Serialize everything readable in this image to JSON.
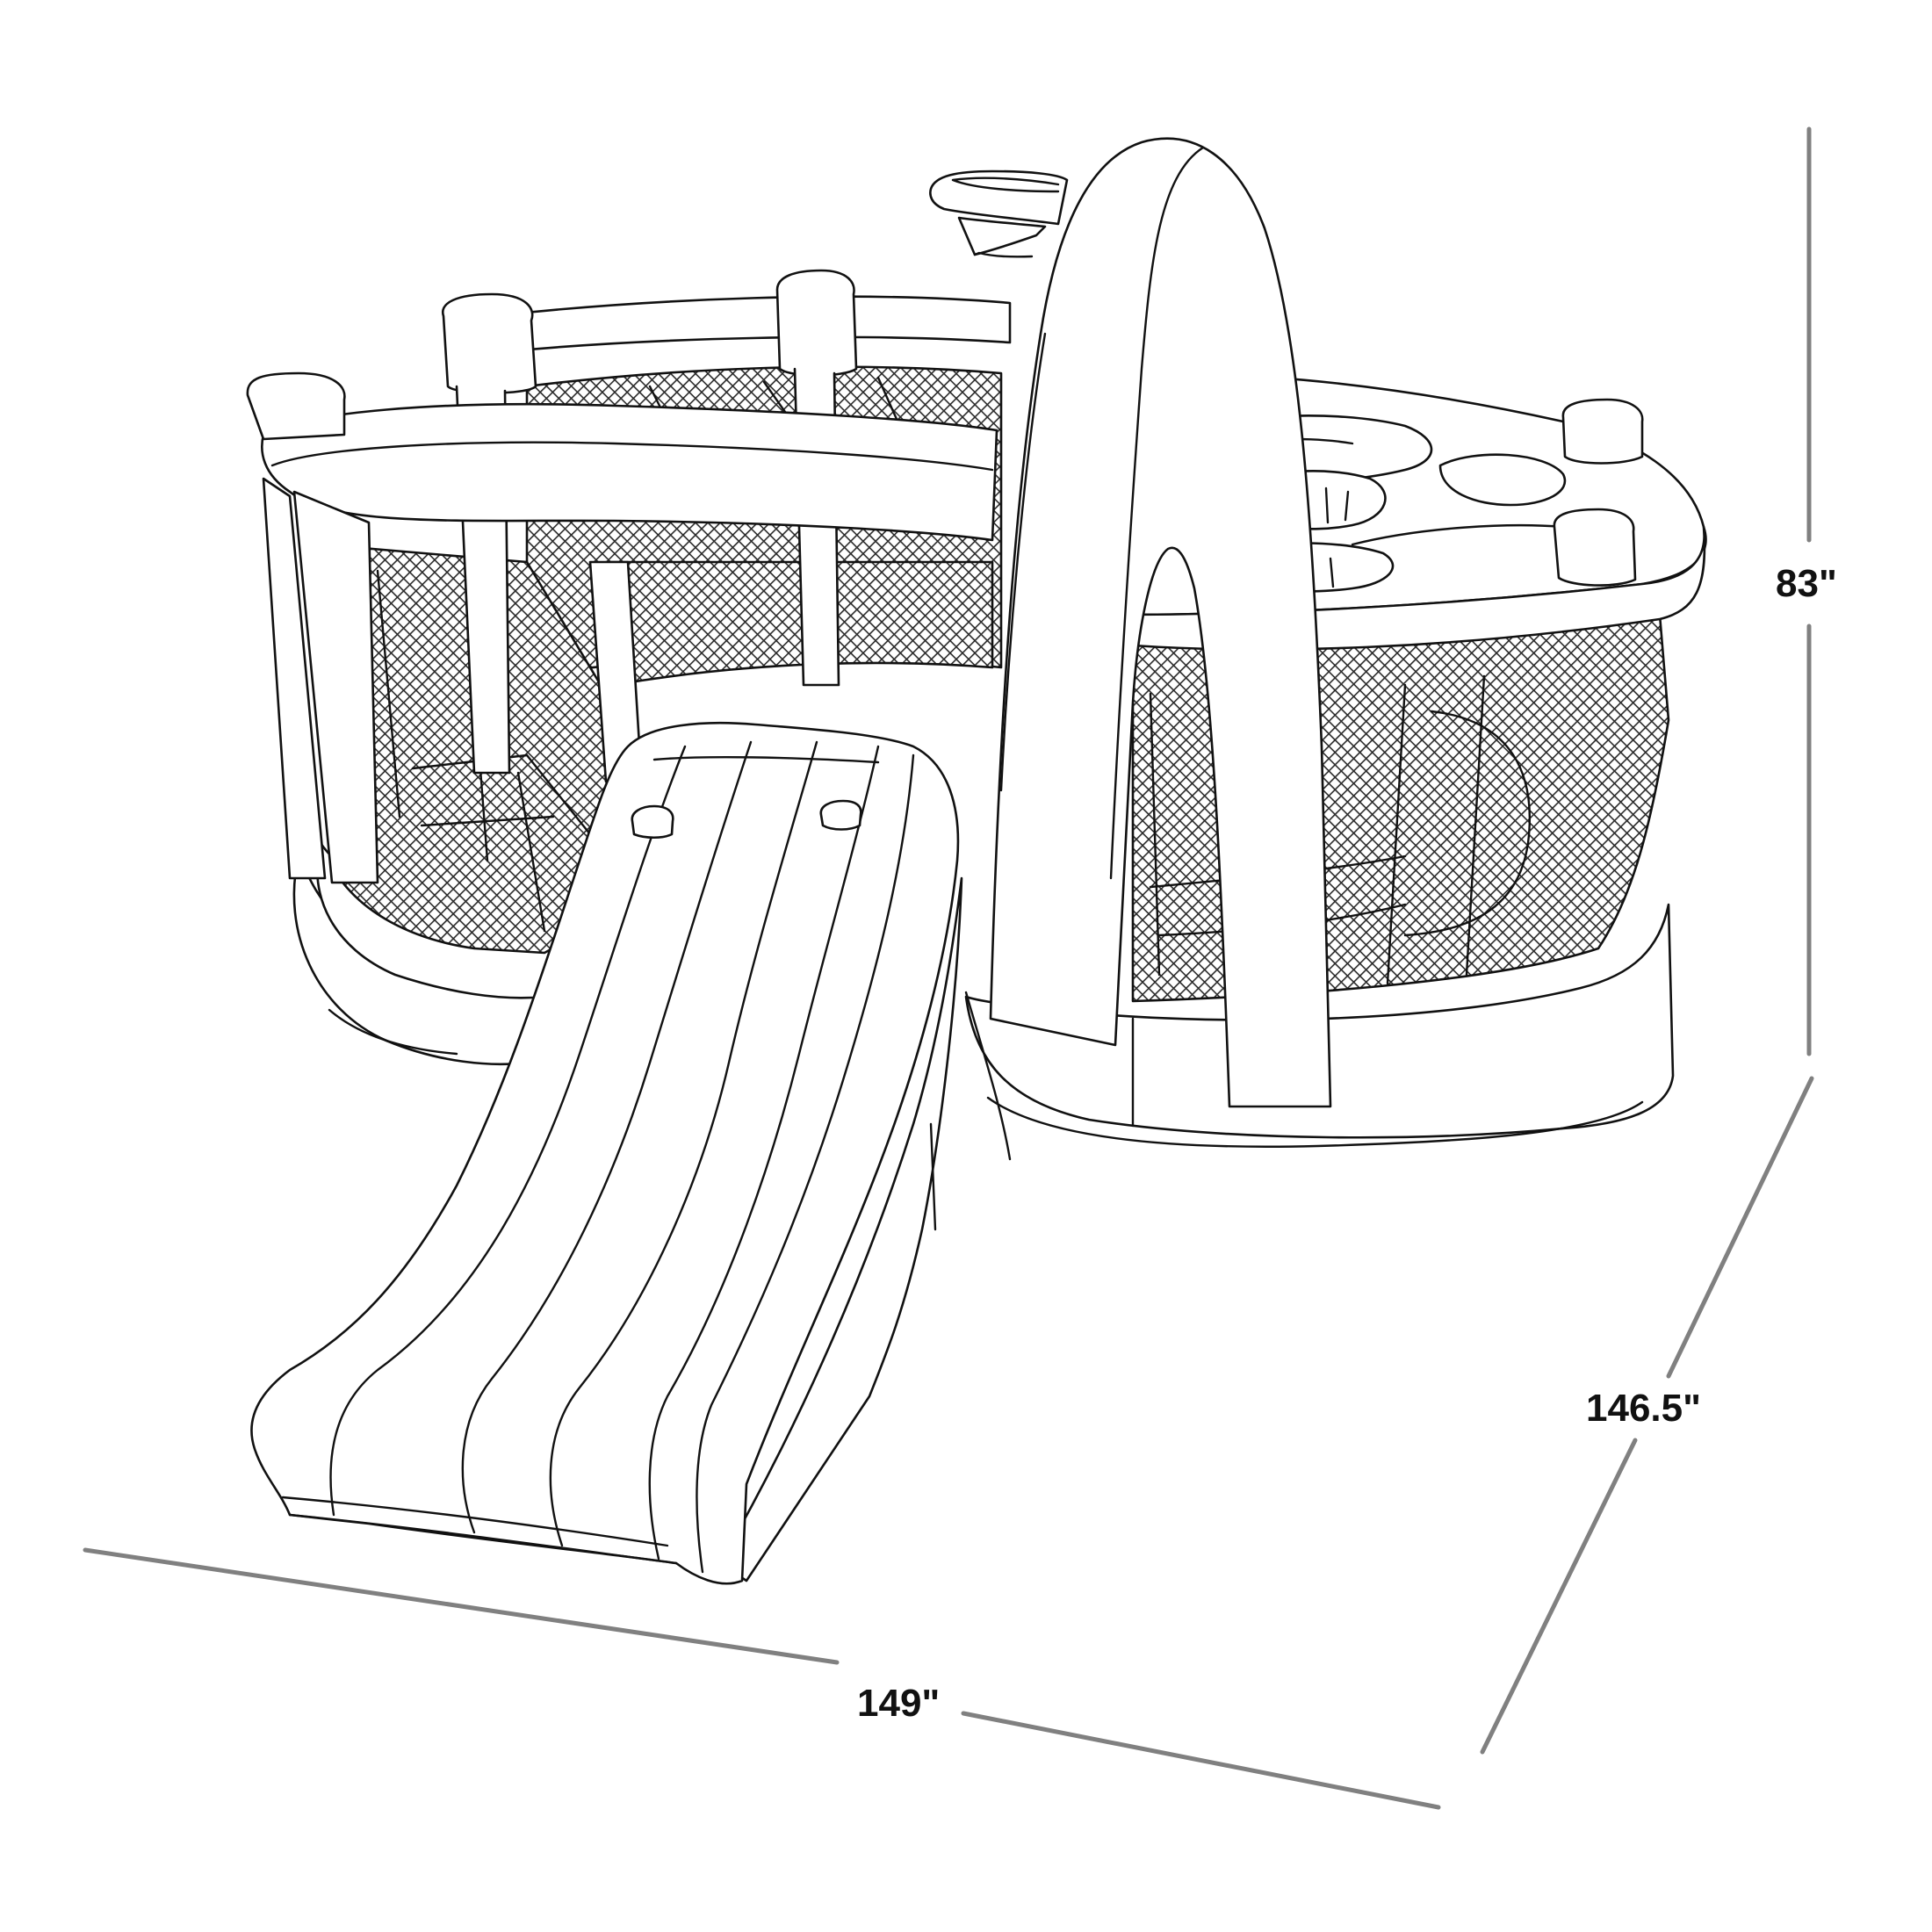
{
  "diagram": {
    "subject": "Inflatable bounce house with slide, basketball hoop and mesh netting",
    "style": "black line art on white background",
    "colors": {
      "background": "#ffffff",
      "outline": "#111111",
      "dimension_line": "#808080",
      "label": "#111111"
    }
  },
  "dimensions": {
    "height": {
      "label": "83\"",
      "value": 83,
      "unit": "in"
    },
    "depth": {
      "label": "146.5\"",
      "value": 146.5,
      "unit": "in"
    },
    "width": {
      "label": "149\"",
      "value": 149,
      "unit": "in"
    }
  }
}
